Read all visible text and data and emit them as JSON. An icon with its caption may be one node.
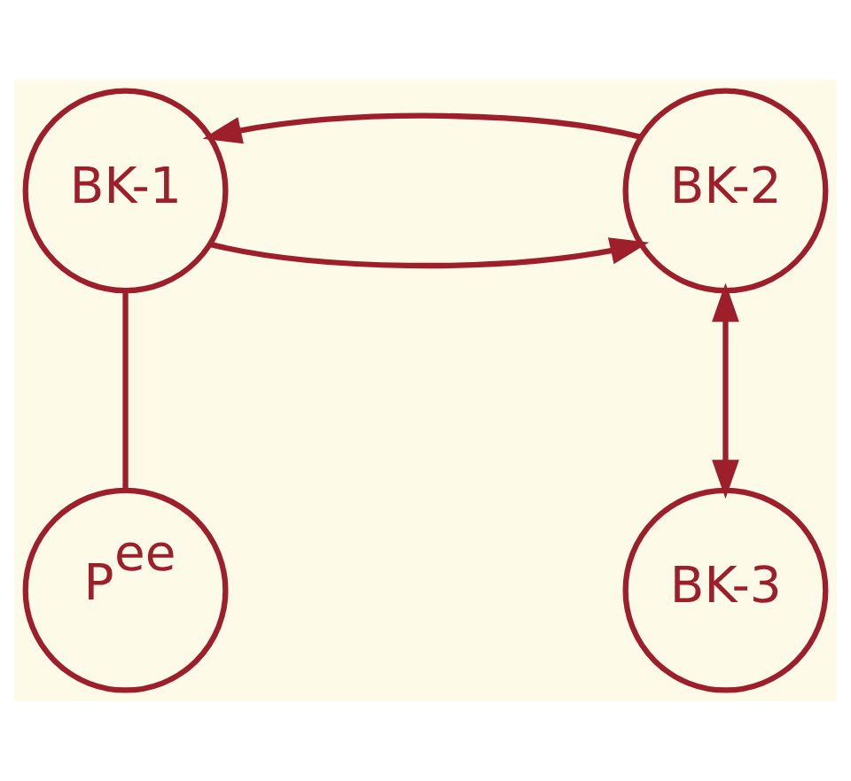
{
  "diagram": {
    "nodes": [
      {
        "text": [
          "BK-1"
        ]
      },
      {
        "text": [
          "BK-2"
        ]
      },
      {
        "text": [
          "BK-3"
        ]
      },
      {
        "text": [
          "P$^{ee}$"
        ]
      }
    ],
    "edges": [
      {
        "from": 0,
        "to": 1,
        "arrow": "to"
      },
      {
        "from": 1,
        "to": 0,
        "arrow": "to"
      },
      {
        "from": 1,
        "to": 2,
        "arrow": "both"
      },
      {
        "from": 0,
        "to": 3,
        "arrow": "none"
      }
    ]
  }
}
